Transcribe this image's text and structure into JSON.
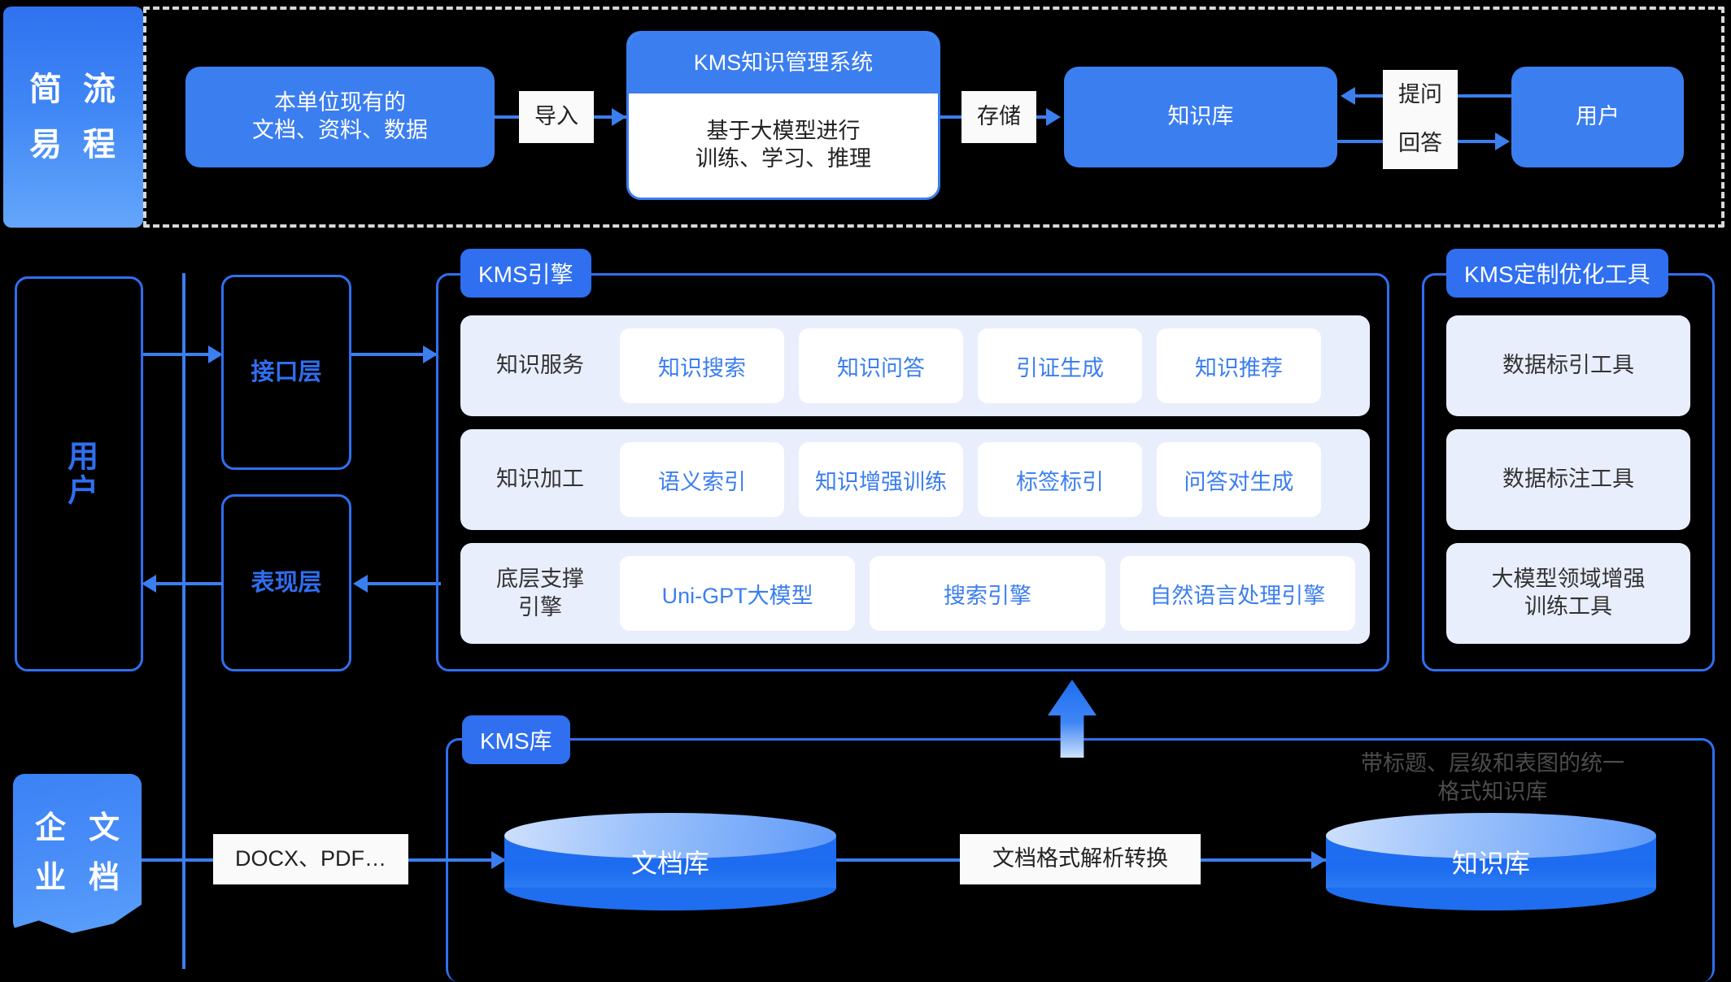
{
  "colors": {
    "primary": "#3b7ef0",
    "outline": "#2f6ff0",
    "panel_fill": "#e8eefc",
    "label_bg": "#fafafa",
    "dashed": "#d8d8d8"
  },
  "flow": {
    "badge": [
      "简",
      "流",
      "易",
      "程"
    ],
    "source_line1": "本单位现有的",
    "source_line2": "文档、资料、数据",
    "import_label": "导入",
    "kms_title": "KMS知识管理系统",
    "kms_line1": "基于大模型进行",
    "kms_line2": "训练、学习、推理",
    "store_label": "存储",
    "kb_label": "知识库",
    "ask_label": "提问",
    "answer_label": "回答",
    "user_label": "用户"
  },
  "architecture": {
    "user_label": "用户",
    "api_layer": "接口层",
    "presentation_layer": "表现层",
    "engine_tag": "KMS引擎",
    "rows": [
      {
        "label": "知识服务",
        "cells": [
          "知识搜索",
          "知识问答",
          "引证生成",
          "知识推荐"
        ]
      },
      {
        "label": "知识加工",
        "cells": [
          "语义索引",
          "知识增强训练",
          "标签标引",
          "问答对生成"
        ]
      },
      {
        "label": "底层支撑\n引擎",
        "label_line1": "底层支撑",
        "label_line2": "引擎",
        "cells": [
          "Uni-GPT大模型",
          "搜索引擎",
          "自然语言处理引擎"
        ]
      }
    ],
    "tools_tag": "KMS定制优化工具",
    "tools": [
      "数据标引工具",
      "数据标注工具",
      "大模型领域增强\n训练工具"
    ],
    "tools_last_line1": "大模型领域增强",
    "tools_last_line2": "训练工具"
  },
  "library": {
    "enterprise_badge": [
      "企",
      "文",
      "业",
      "档"
    ],
    "kmslib_tag": "KMS库",
    "format_label": "DOCX、PDF…",
    "doc_store": "文档库",
    "convert_label": "文档格式解析转换",
    "knowledge_store": "知识库",
    "annotation_line1": "带标题、层级和表图的统一",
    "annotation_line2": "格式知识库"
  }
}
